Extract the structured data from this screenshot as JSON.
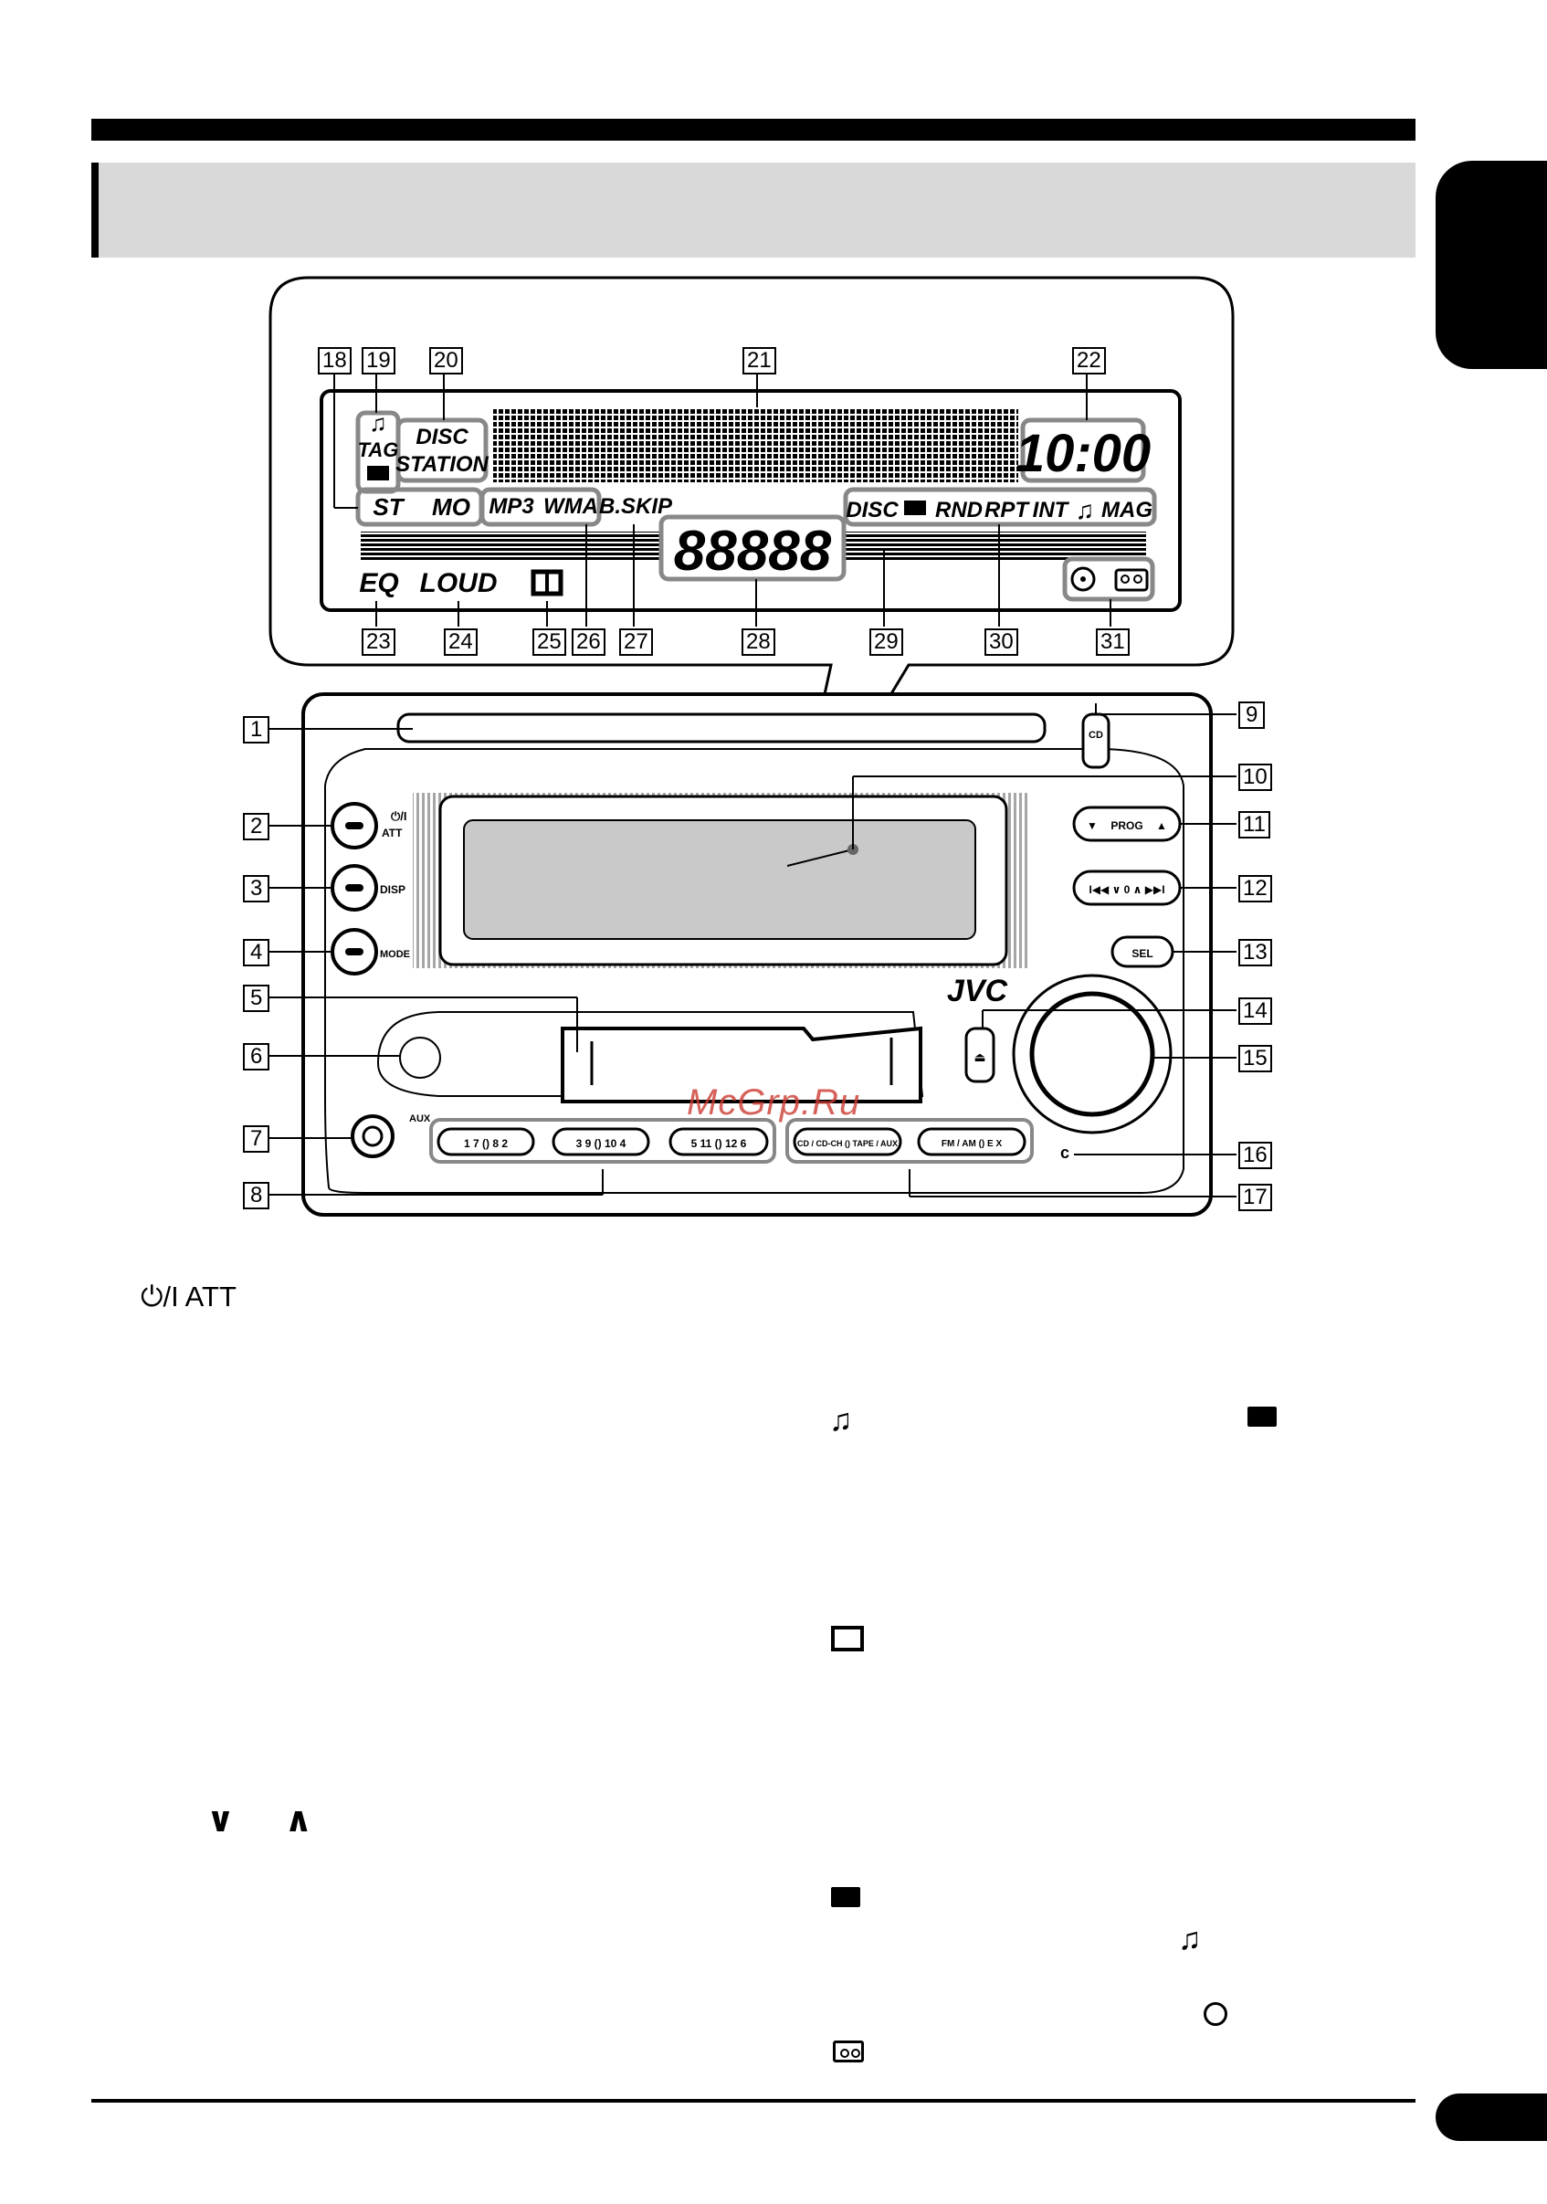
{
  "page": {
    "watermark": "McGrp.Ru"
  },
  "lcd": {
    "tag_label": "TAG",
    "disc_label": "DISC",
    "station_label": "STATION",
    "clock": "10:00",
    "st": "ST",
    "mo": "MO",
    "mp3": "MP3",
    "wma": "WMA",
    "bskip": "B.SKIP",
    "disc_ind": "DISC",
    "rnd": "RND",
    "rpt": "RPT",
    "int": "INT",
    "mag": "MAG",
    "eq": "EQ",
    "loud": "LOUD",
    "main_chars": "88888"
  },
  "callouts_top": [
    "18",
    "19",
    "20",
    "21",
    "22"
  ],
  "callouts_bottom": [
    "23",
    "24",
    "25",
    "26",
    "27",
    "28",
    "29",
    "30",
    "31"
  ],
  "callouts_left": [
    "1",
    "2",
    "3",
    "4",
    "5",
    "6",
    "7",
    "8"
  ],
  "callouts_right": [
    "9",
    "10",
    "11",
    "12",
    "13",
    "14",
    "15",
    "16",
    "17"
  ],
  "unit": {
    "power_att": "⏻/I",
    "att": "ATT",
    "disp": "DISP",
    "mode": "MODE",
    "aux": "AUX",
    "cd": "CD",
    "prog": "PROG",
    "sel": "SEL",
    "brand": "JVC",
    "track_arrows": "I◀◀ ∨ 0 ∧ ▶▶I",
    "preset_1_2": "1  7 () 8  2",
    "preset_3_4": "3  9 () 10  4",
    "preset_5_6": "5  11 () 12  6",
    "src_cd": "CD / CD-CH () TAPE / AUX",
    "src_fm": "FM / AM ()   E X"
  },
  "body_text": {
    "att_caption": "⏻/I ATT",
    "arrows_caption": "∨ ∧"
  },
  "colors": {
    "band_gray": "#d9d9d9",
    "lcd_gray": "#c9c9c9",
    "watermark_red": "#cc3b33"
  },
  "icons": [
    "note-icon",
    "folder-icon",
    "dolby-icon",
    "disc-icon",
    "cassette-icon"
  ]
}
